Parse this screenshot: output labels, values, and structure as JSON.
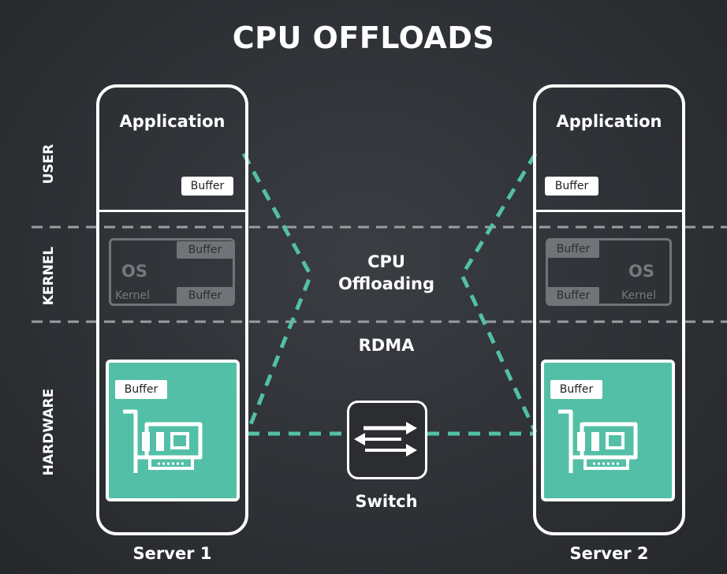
{
  "title": "CPU OFFLOADS",
  "row_labels": {
    "user": "USER",
    "kernel": "KERNEL",
    "hardware": "HARDWARE"
  },
  "servers": [
    {
      "name": "Server 1",
      "application": "Application",
      "user_buffer": "Buffer",
      "os": {
        "label": "OS",
        "kernel": "Kernel",
        "buffer_top": "Buffer",
        "buffer_bottom": "Buffer"
      },
      "nic_buffer": "Buffer"
    },
    {
      "name": "Server 2",
      "application": "Application",
      "user_buffer": "Buffer",
      "os": {
        "label": "OS",
        "kernel": "Kernel",
        "buffer_top": "Buffer",
        "buffer_bottom": "Buffer"
      },
      "nic_buffer": "Buffer"
    }
  ],
  "center": {
    "line1": "CPU",
    "line2": "Offloading",
    "rdma": "RDMA"
  },
  "switch": {
    "label": "Switch"
  },
  "colors": {
    "accent": "#53bfa6",
    "background": "#2e3135",
    "muted": "#707377",
    "white": "#ffffff"
  }
}
